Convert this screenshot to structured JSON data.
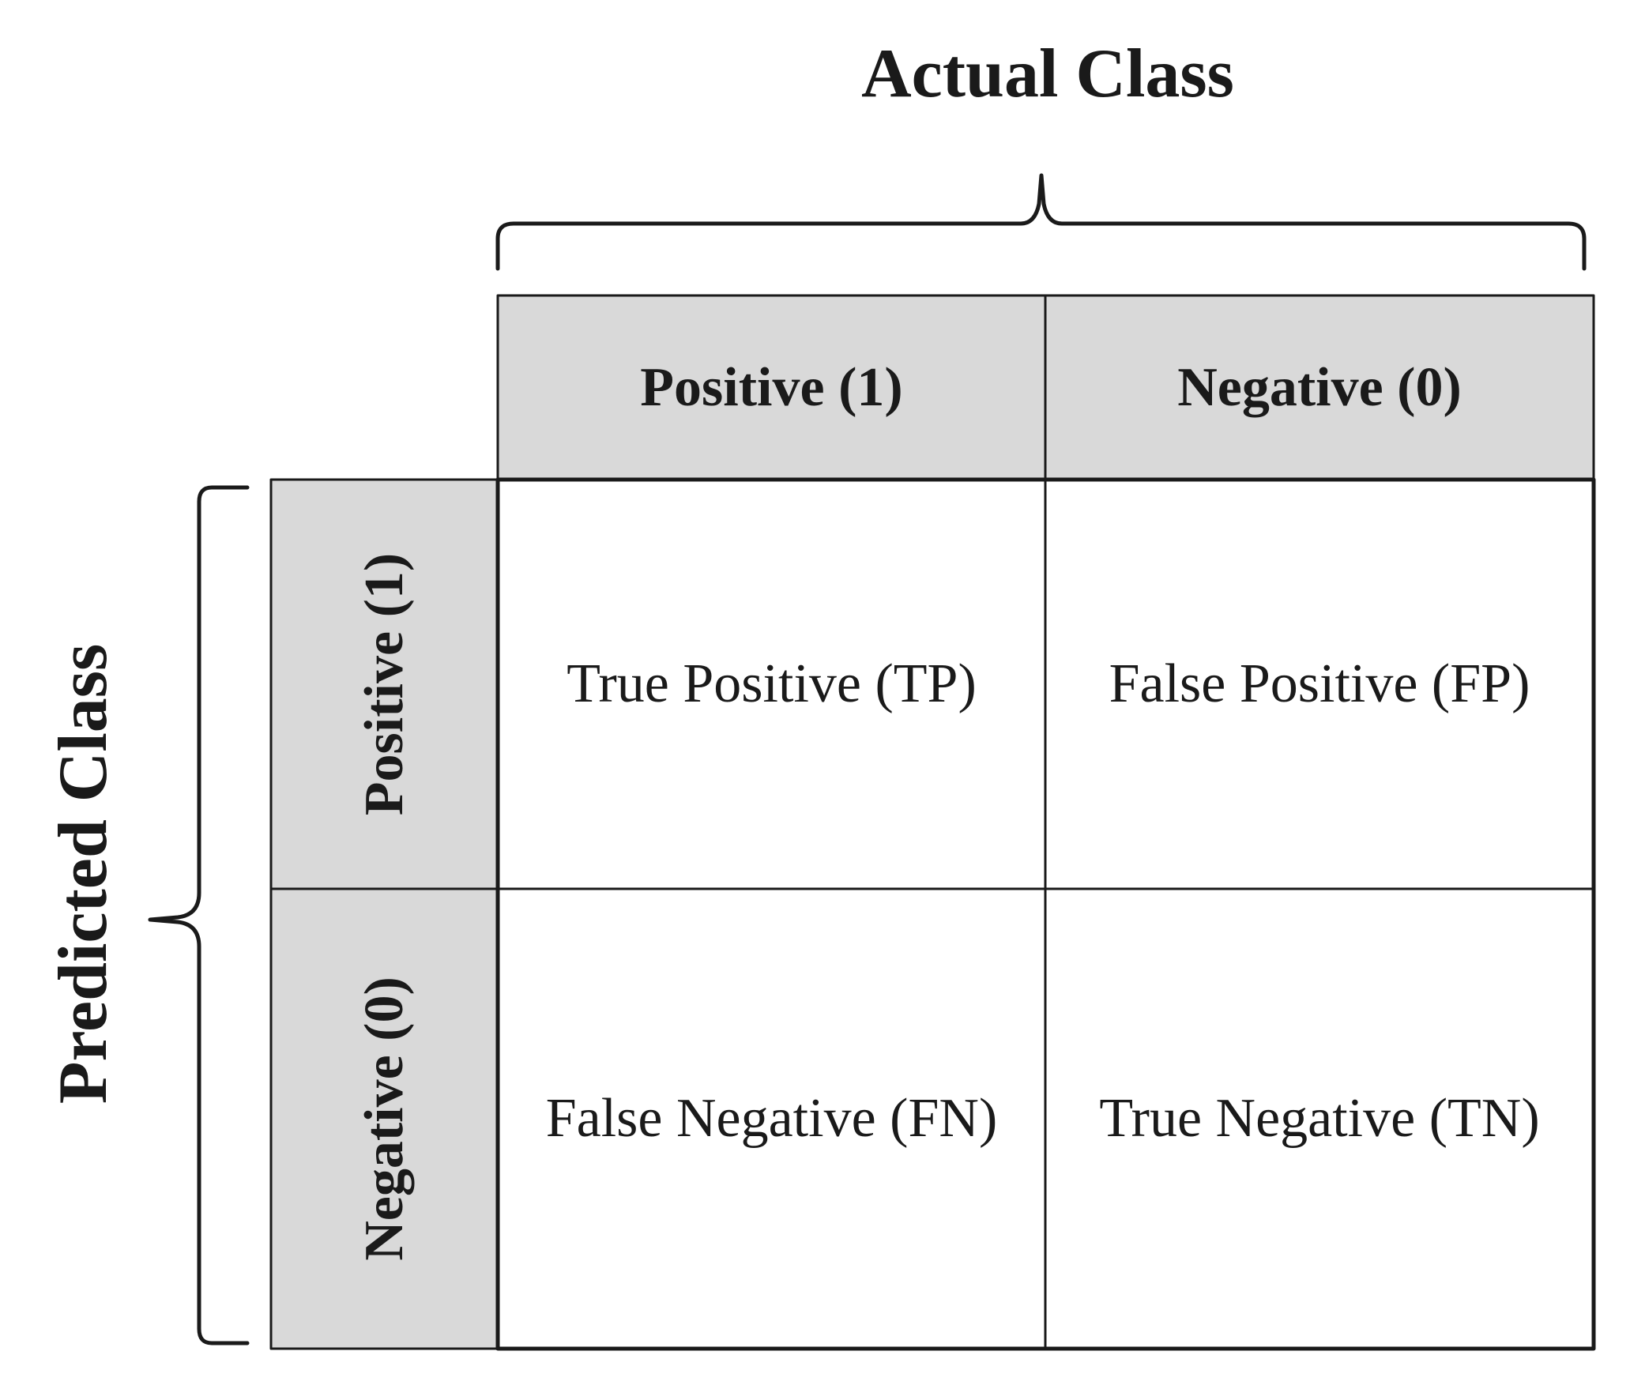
{
  "actual_class_label": "Actual Class",
  "predicted_class_label": "Predicted Class",
  "actual_headers": [
    "Positive (1)",
    "Negative (0)"
  ],
  "predicted_headers": [
    "Positive (1)",
    "Negative (0)"
  ],
  "cells": {
    "tp": "True Positive (TP)",
    "fp": "False Positive (FP)",
    "fn": "False Negative (FN)",
    "tn": "True Negative (TN)"
  },
  "colors": {
    "header_fill": "#d9d9d9",
    "line": "#1a1a1a"
  }
}
